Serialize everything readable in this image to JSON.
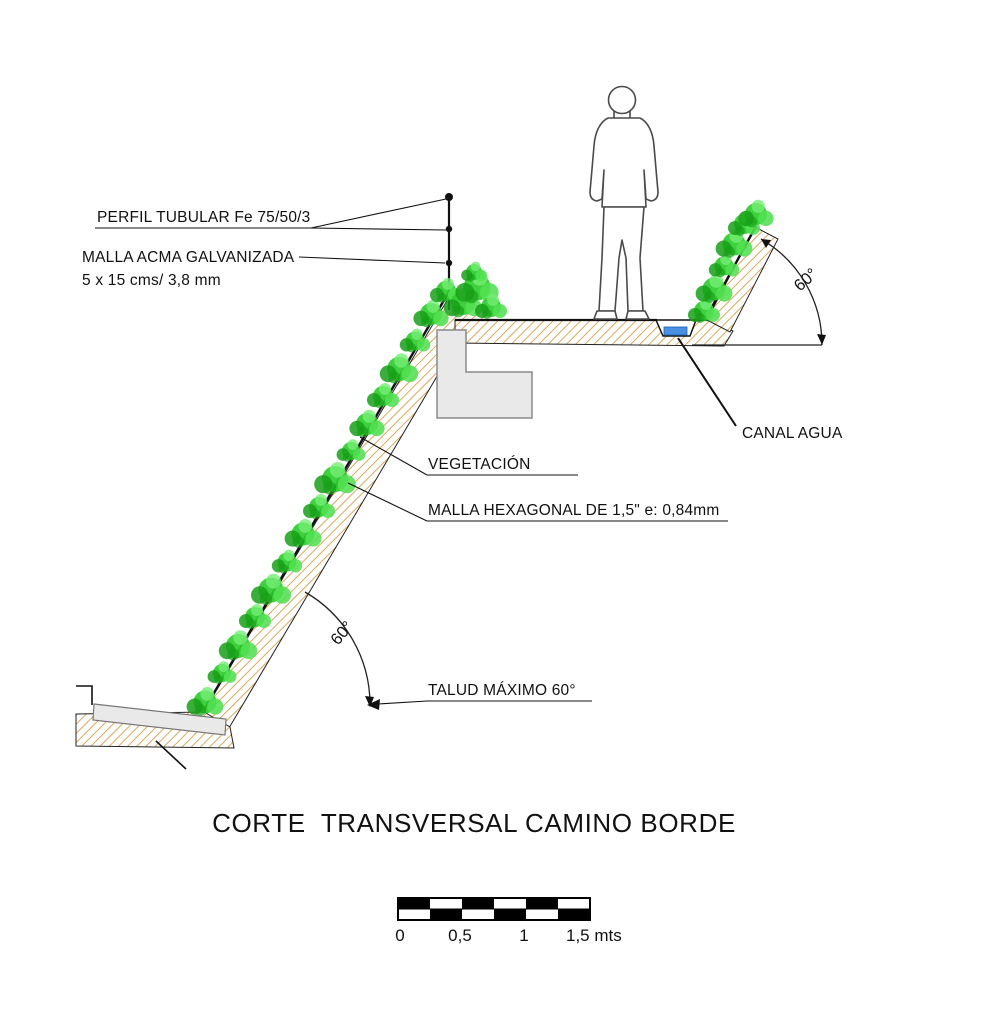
{
  "title": "CORTE  TRANSVERSAL CAMINO BORDE",
  "labels": {
    "perfil_tubular": "PERFIL TUBULAR Fe  75/50/3",
    "malla_acma_line1": "MALLA ACMA GALVANIZADA",
    "malla_acma_line2": "5 x 15 cms/ 3,8 mm",
    "vegetacion": "VEGETACIÓN",
    "malla_hexagonal": "MALLA HEXAGONAL DE 1,5\" e: 0,84mm",
    "canal_agua": "CANAL AGUA",
    "talud_maximo": "TALUD MÁXIMO 60°",
    "angle_left": "60°",
    "angle_right": "60°"
  },
  "scale_bar": {
    "labels": [
      "0",
      "0,5",
      "1",
      "1,5 mts"
    ]
  },
  "colors": {
    "soil_hatch": "#d49a3f",
    "vegetation_dark": "#18a018",
    "vegetation_mid": "#2ecc2e",
    "vegetation_light": "#52e052",
    "vegetation_lighter": "#74ee74",
    "concrete": "#e9e9e9",
    "water": "#4a90e2",
    "line": "#111111"
  }
}
